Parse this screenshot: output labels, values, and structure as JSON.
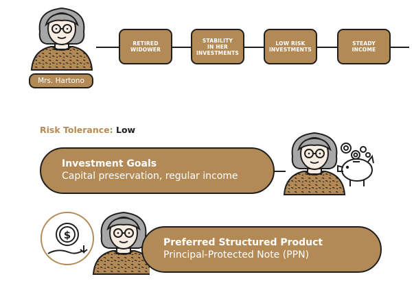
{
  "profile": {
    "name": "Mrs. Hartono",
    "traits": [
      "RETIRED\nWIDOWER",
      "STABILITY\nIN HER\nINVESTMENTS",
      "LOW RISK\nINVESTMENTS",
      "STEADY\nINCOME"
    ]
  },
  "risk": {
    "label": "Risk Tolerance:",
    "value": "Low"
  },
  "goals": {
    "title": "Investment Goals",
    "text": "Capital preservation, regular income"
  },
  "product": {
    "title": "Preferred Structured Product",
    "text": "Principal-Protected Note (PPN)"
  },
  "colors": {
    "accent": "#b38a55",
    "outline": "#1e1e1e",
    "hair": "#a7a7a7",
    "skin": "#f7ede2"
  },
  "icons": [
    "woman-avatar-icon",
    "piggy-bank-icon",
    "coins-icon",
    "dollar-coin-hand-icon"
  ]
}
